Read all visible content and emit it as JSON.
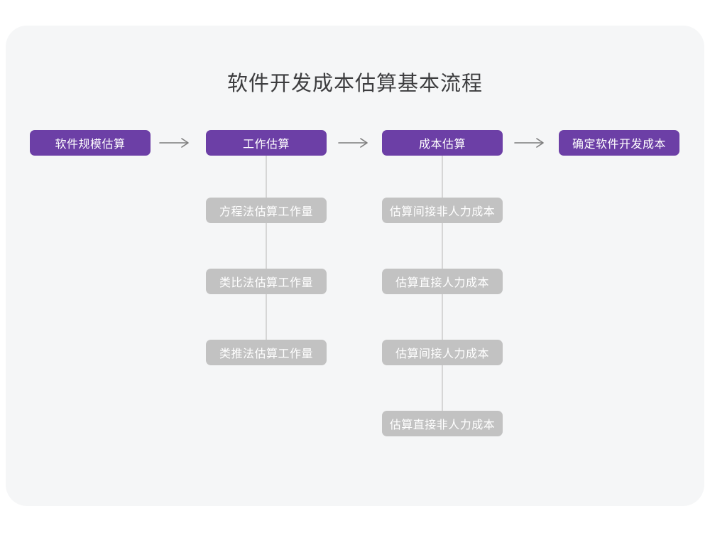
{
  "title": "软件开发成本估算基本流程",
  "flow": {
    "main_nodes": [
      {
        "label": "软件规模估算"
      },
      {
        "label": "工作估算"
      },
      {
        "label": "成本估算"
      },
      {
        "label": "确定软件开发成本"
      }
    ],
    "work_estimation_methods": [
      "方程法估算工作量",
      "类比法估算工作量",
      "类推法估算工作量"
    ],
    "cost_estimation_steps": [
      "估算间接非人力成本",
      "估算直接人力成本",
      "估算间接人力成本",
      "估算直接非人力成本"
    ]
  },
  "colors": {
    "primary_node": "#6c3fa6",
    "secondary_node": "#c2c2c2",
    "connector_line": "#d6d6d6",
    "arrow": "#7d7d7d",
    "canvas_background": "#f5f6f7",
    "page_background": "#ffffff",
    "title_text": "#3d3d3f",
    "node_text": "#ffffff"
  }
}
